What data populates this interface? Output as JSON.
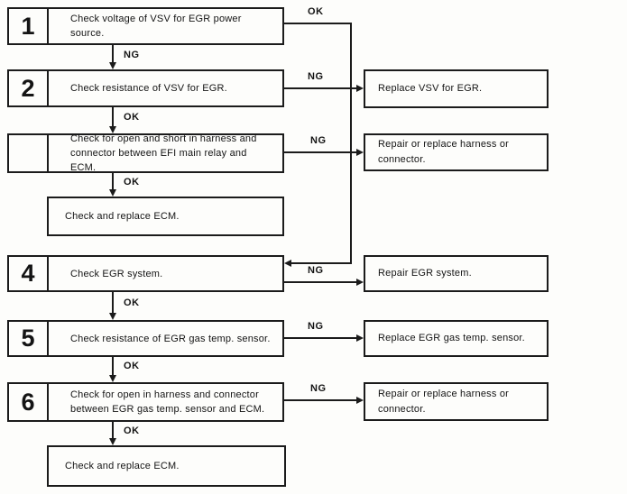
{
  "labels": {
    "ok": "OK",
    "ng": "NG"
  },
  "steps": [
    {
      "num": "1",
      "text": "Check voltage of VSV for EGR power source."
    },
    {
      "num": "2",
      "text": "Check resistance of VSV for EGR."
    },
    {
      "num": "",
      "text": "Check for open and short in harness and connector between EFI main relay and ECM."
    },
    {
      "num": "4",
      "text": "Check EGR system."
    },
    {
      "num": "5",
      "text": "Check resistance of EGR gas temp. sensor."
    },
    {
      "num": "6",
      "text": "Check for open in harness and connector between EGR gas temp. sensor and ECM."
    }
  ],
  "terminals": [
    {
      "text": "Check and replace ECM."
    },
    {
      "text": "Check and replace ECM."
    }
  ],
  "actions": [
    {
      "text": "Replace VSV for EGR."
    },
    {
      "text": "Repair or replace harness or connector."
    },
    {
      "text": "Repair EGR system."
    },
    {
      "text": "Replace EGR gas temp. sensor."
    },
    {
      "text": "Repair or replace harness or connector."
    }
  ],
  "colors": {
    "ink": "#1b1b1b",
    "background": "#fdfdfb"
  }
}
